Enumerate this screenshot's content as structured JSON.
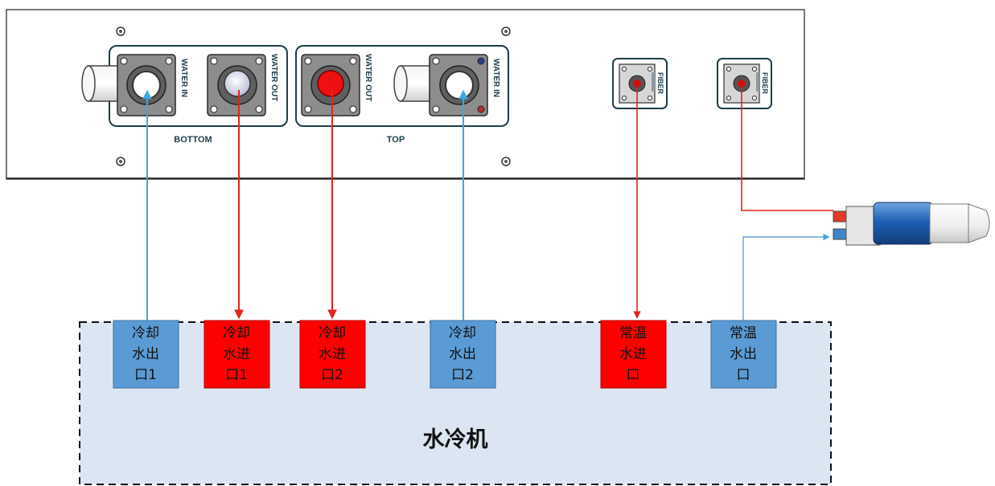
{
  "panel": {
    "group_bottom_label": "BOTTOM",
    "group_top_label": "TOP",
    "water_in_label": "WATER IN",
    "water_out_label": "WATER OUT",
    "fiber_label": "FIBER"
  },
  "chiller": {
    "label": "水冷机",
    "ports": [
      {
        "id": "cool-out-1",
        "lines": [
          "冷却",
          "水出",
          "口1"
        ]
      },
      {
        "id": "cool-in-1",
        "lines": [
          "冷却",
          "水进",
          "口1"
        ]
      },
      {
        "id": "cool-in-2",
        "lines": [
          "冷却",
          "水进",
          "口2"
        ]
      },
      {
        "id": "cool-out-2",
        "lines": [
          "冷却",
          "水出",
          "口2"
        ]
      },
      {
        "id": "room-in",
        "lines": [
          "常温",
          "水进",
          "口"
        ]
      },
      {
        "id": "room-out",
        "lines": [
          "常温",
          "水出",
          "口"
        ]
      }
    ]
  },
  "colors": {
    "cold_water": "#3fa7dc",
    "hot_water": "#e1261c",
    "port_blue": "#5b9bd5",
    "port_red": "#ff0000",
    "chiller_fill": "#dce6f2"
  }
}
